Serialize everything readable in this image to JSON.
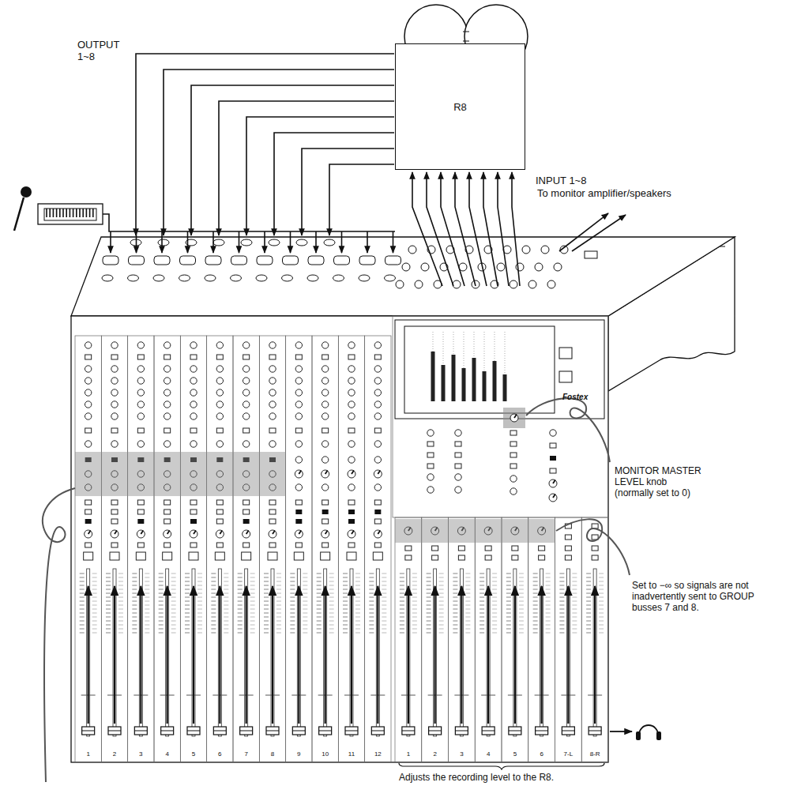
{
  "diagram": {
    "nodes": [
      {
        "text": [
          "R8"
        ]
      }
    ],
    "labels": [
      "OUTPUT 1~8",
      "INPUT 1~8",
      "To monitor amplifier/speakers",
      "MONITOR MASTER LEVEL knob (normally set to 0)",
      "Set to −∞ so signals are not inadvertently sent to GROUP busses 7 and 8.",
      "Adjusts the recording level to the R8.",
      "Fostex",
      "1",
      "2",
      "3",
      "4",
      "5",
      "6",
      "7",
      "8",
      "9",
      "10",
      "11",
      "12",
      "1",
      "2",
      "3",
      "4",
      "5",
      "6",
      "7-L",
      "8-R"
    ]
  }
}
